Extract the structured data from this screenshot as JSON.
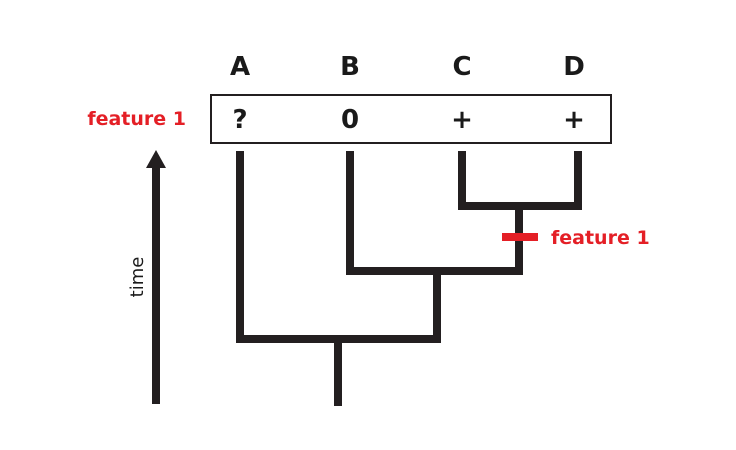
{
  "taxa": [
    "A",
    "B",
    "C",
    "D"
  ],
  "states": [
    "?",
    "0",
    "+",
    "+"
  ],
  "trait_row_label": "feature 1",
  "branch_mark_label": "feature 1",
  "time_label": "time",
  "colors": {
    "lines": "#231f20",
    "highlight": "#e41f26",
    "text": "#1a1a1a"
  }
}
